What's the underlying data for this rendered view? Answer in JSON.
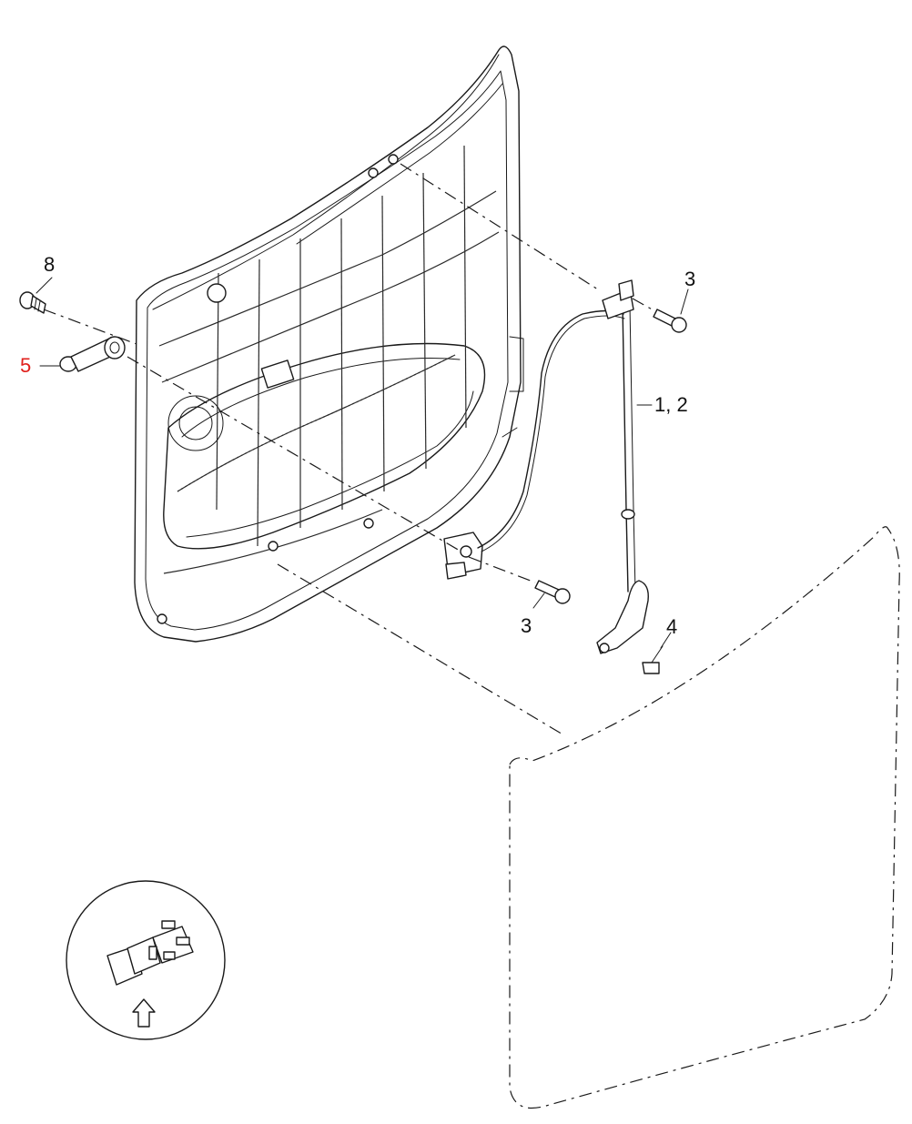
{
  "callouts": {
    "part_8": "8",
    "part_5": "5",
    "part_3_upper": "3",
    "part_1_2": "1, 2",
    "part_3_lower": "3",
    "part_4": "4"
  },
  "colors": {
    "line": "#1a1a1a",
    "highlight": "#e0201c",
    "background": "#ffffff"
  },
  "icons": {
    "view_arrow": "up-arrow-icon"
  }
}
